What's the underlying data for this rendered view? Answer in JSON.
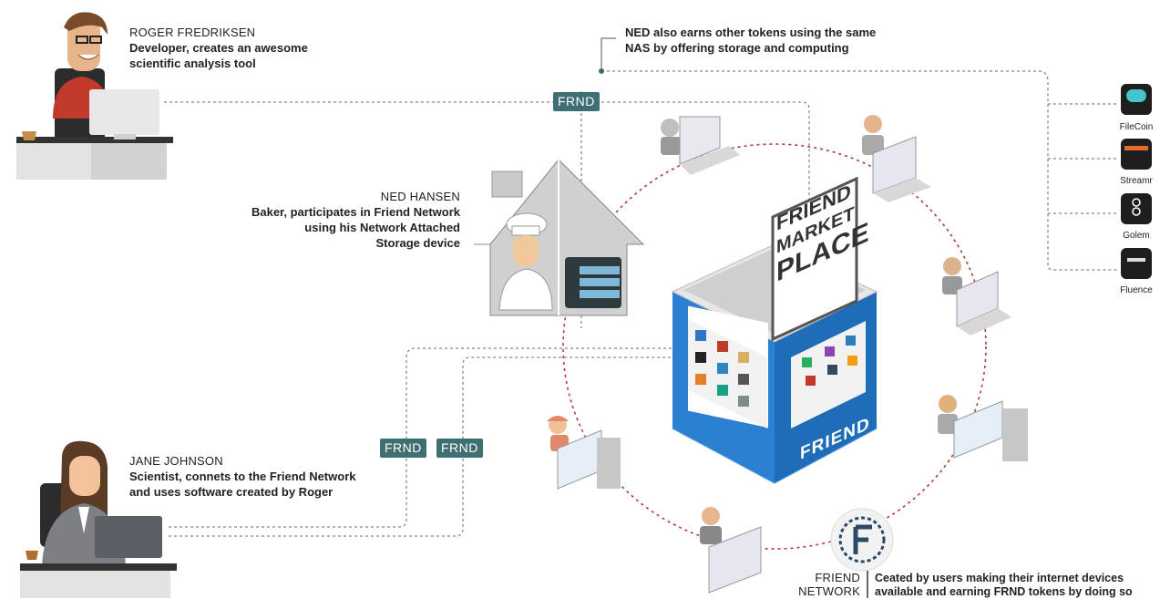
{
  "roger": {
    "name": "ROGER FREDRIKSEN",
    "desc_line1": "Developer, creates an awesome",
    "desc_line2": "scientific analysis tool"
  },
  "ned_note": {
    "line1": "NED also earns other tokens using the same",
    "line2": "NAS by offering storage and computing"
  },
  "ned": {
    "name": "NED HANSEN",
    "desc_line1": "Baker, participates in Friend Network",
    "desc_line2": "using his Network Attached",
    "desc_line3": "Storage device"
  },
  "jane": {
    "name": "JANE JOHNSON",
    "desc_line1": "Scientist, connets to the Friend Network",
    "desc_line2": "and uses software created by Roger"
  },
  "badges": {
    "top": "FRND",
    "left": "FRND",
    "right": "FRND"
  },
  "sign": {
    "line1": "FRIEND",
    "line2": "MARKET",
    "line3": "PLACE"
  },
  "kiosk_brand": "FRIEND",
  "tokens": [
    {
      "name": "FileCoin"
    },
    {
      "name": "Streamr"
    },
    {
      "name": "Golem"
    },
    {
      "name": "Fluence"
    }
  ],
  "footer": {
    "network_line1": "FRIEND",
    "network_line2": "NETWORK",
    "caption_line1": "Ceated by users making their internet devices",
    "caption_line2": "available and earning FRND tokens by doing so"
  },
  "colors": {
    "badge": "#3d6f73",
    "kiosk_blue": "#2b80d1",
    "ring_dots": "#b03a3a",
    "connector_dash": "#888888"
  }
}
